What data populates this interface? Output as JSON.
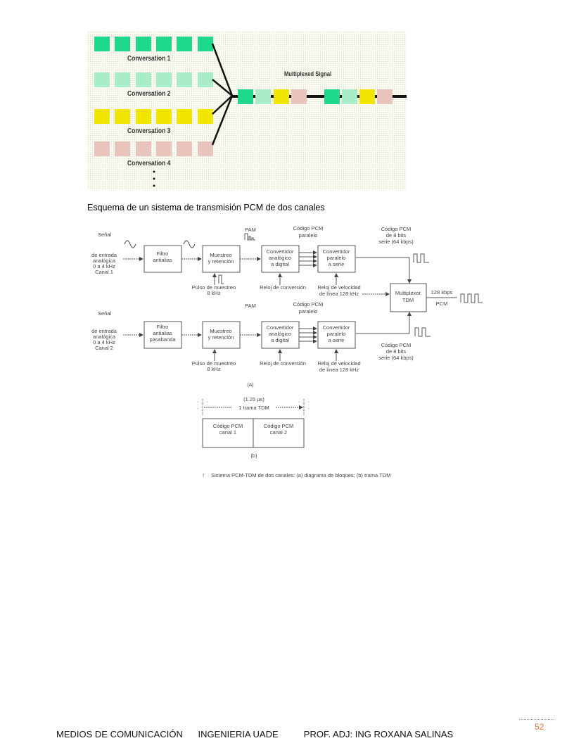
{
  "figure1": {
    "conversations": [
      "Conversation 1",
      "Conversation 2",
      "Conversation 3",
      "Conversation 4"
    ],
    "multiplexed_label": "Multiplexed Signal",
    "colors": [
      "#1ed98a",
      "#a8ecc8",
      "#f0e600",
      "#e8c4bc"
    ]
  },
  "heading": "Esquema de un sistema de transmisión PCM de dos canales",
  "figure2": {
    "ch1": {
      "senal": "Señal",
      "input": [
        "de entrada",
        "analógica",
        "0 a 4 kHz",
        "Canal 1"
      ],
      "filter": [
        "Filtro",
        "antialias"
      ]
    },
    "ch2": {
      "senal": "Señal",
      "input": [
        "de entrada",
        "analógica",
        "0 a 4 kHz",
        "Canal 2"
      ],
      "filter": [
        "Filtro",
        "antialias",
        "pasabanda"
      ]
    },
    "sample_hold": [
      "Muestreo",
      "y retención"
    ],
    "adc": [
      "Convertidor",
      "analógico",
      "a digital"
    ],
    "p2s": [
      "Convertidor",
      "paralelo",
      "a serie"
    ],
    "pam": "PAM",
    "pcm_parallel": [
      "Código PCM",
      "paralelo"
    ],
    "pcm_serial": [
      "Código PCM",
      "de 8 bits",
      "serie (64 kbps)"
    ],
    "sample_pulse": [
      "Pulso de muestreo",
      "8 kHz"
    ],
    "conv_clock": "Reloj de conversión",
    "line_clock": [
      "Reloj de velocidad",
      "de línea 128 kHz"
    ],
    "mux": [
      "Multiplexor",
      "TDM"
    ],
    "out_rate": "128 kbps",
    "out_type": "PCM",
    "label_a": "(a)",
    "frame_time": "(1.25 µs)",
    "frame_label": "1 trama TDM",
    "frame_cells": [
      [
        "Código PCM",
        "canal 1"
      ],
      [
        "Código PCM",
        "canal 2"
      ]
    ],
    "label_b": "(b)",
    "caption_mark": "!",
    "caption": "Sistema PCM-TDM de dos canales: (a) diagrama de bloques; (b) trama TDM"
  },
  "footer": {
    "course": "MEDIOS DE COMUNICACIÓN",
    "school": "INGENIERIA UADE",
    "prof": "PROF. ADJ: ING ROXANA SALINAS",
    "page": "52"
  }
}
